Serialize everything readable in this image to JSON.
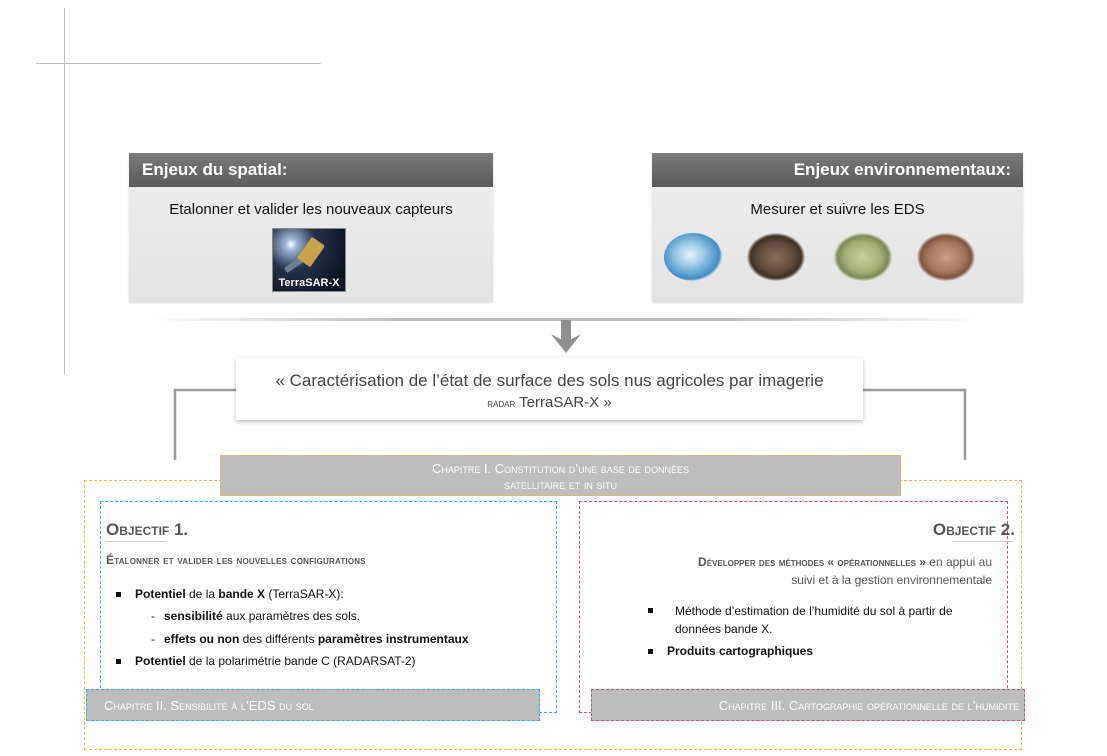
{
  "left_box": {
    "header": "Enjeux du spatial:",
    "subtitle": "Etalonner et valider les nouveaux capteurs",
    "satellite_label": "TerraSAR-X"
  },
  "right_box": {
    "header": "Enjeux environnementaux:",
    "subtitle": "Mesurer et suivre les EDS"
  },
  "thesis_title": {
    "line1": "« Caractérisation de l’état de surface des sols nus agricoles par imagerie",
    "line2_smallcaps": "radar",
    "line2_rest": " TerraSAR-X »"
  },
  "chapter1": {
    "line1": "Chapitre I. Constitution d’une base de données",
    "line2": "satellitaire et in situ"
  },
  "objective1": {
    "title": "Objectif 1.",
    "heading": "Étalonner et valider les nouvelles configurations",
    "b1_bold1": "Potentiel",
    "b1_text1": " de la ",
    "b1_bold2": "bande X",
    "b1_text2": " (TerraSAR-X):",
    "s1_bold": "sensibilité",
    "s1_text": " aux paramètres des sols.",
    "s2_bold1": "effets ou non",
    "s2_text": " des différents ",
    "s2_bold2": "paramètres instrumentaux",
    "b2_bold": "Potentiel",
    "b2_text": " de la polarimétrie bande C (RADARSAT-2)"
  },
  "objective2": {
    "title": "Objectif 2.",
    "heading_bold": "Développer des méthodes « opérationnelles »",
    "heading_rest": " en appui au",
    "heading_line2": "suivi et à la gestion environnementale",
    "b1_line1": "Méthode d’estimation de l’humidité du sol à partir de",
    "b1_line2": "données bande X.",
    "b2_bold": "Produits cartographiques"
  },
  "chapter2": "Chapitre II. Sensibilité à l’EDS du sol",
  "chapter3": "Chapitre III. Cartographie opérationnelle de l’humidite"
}
